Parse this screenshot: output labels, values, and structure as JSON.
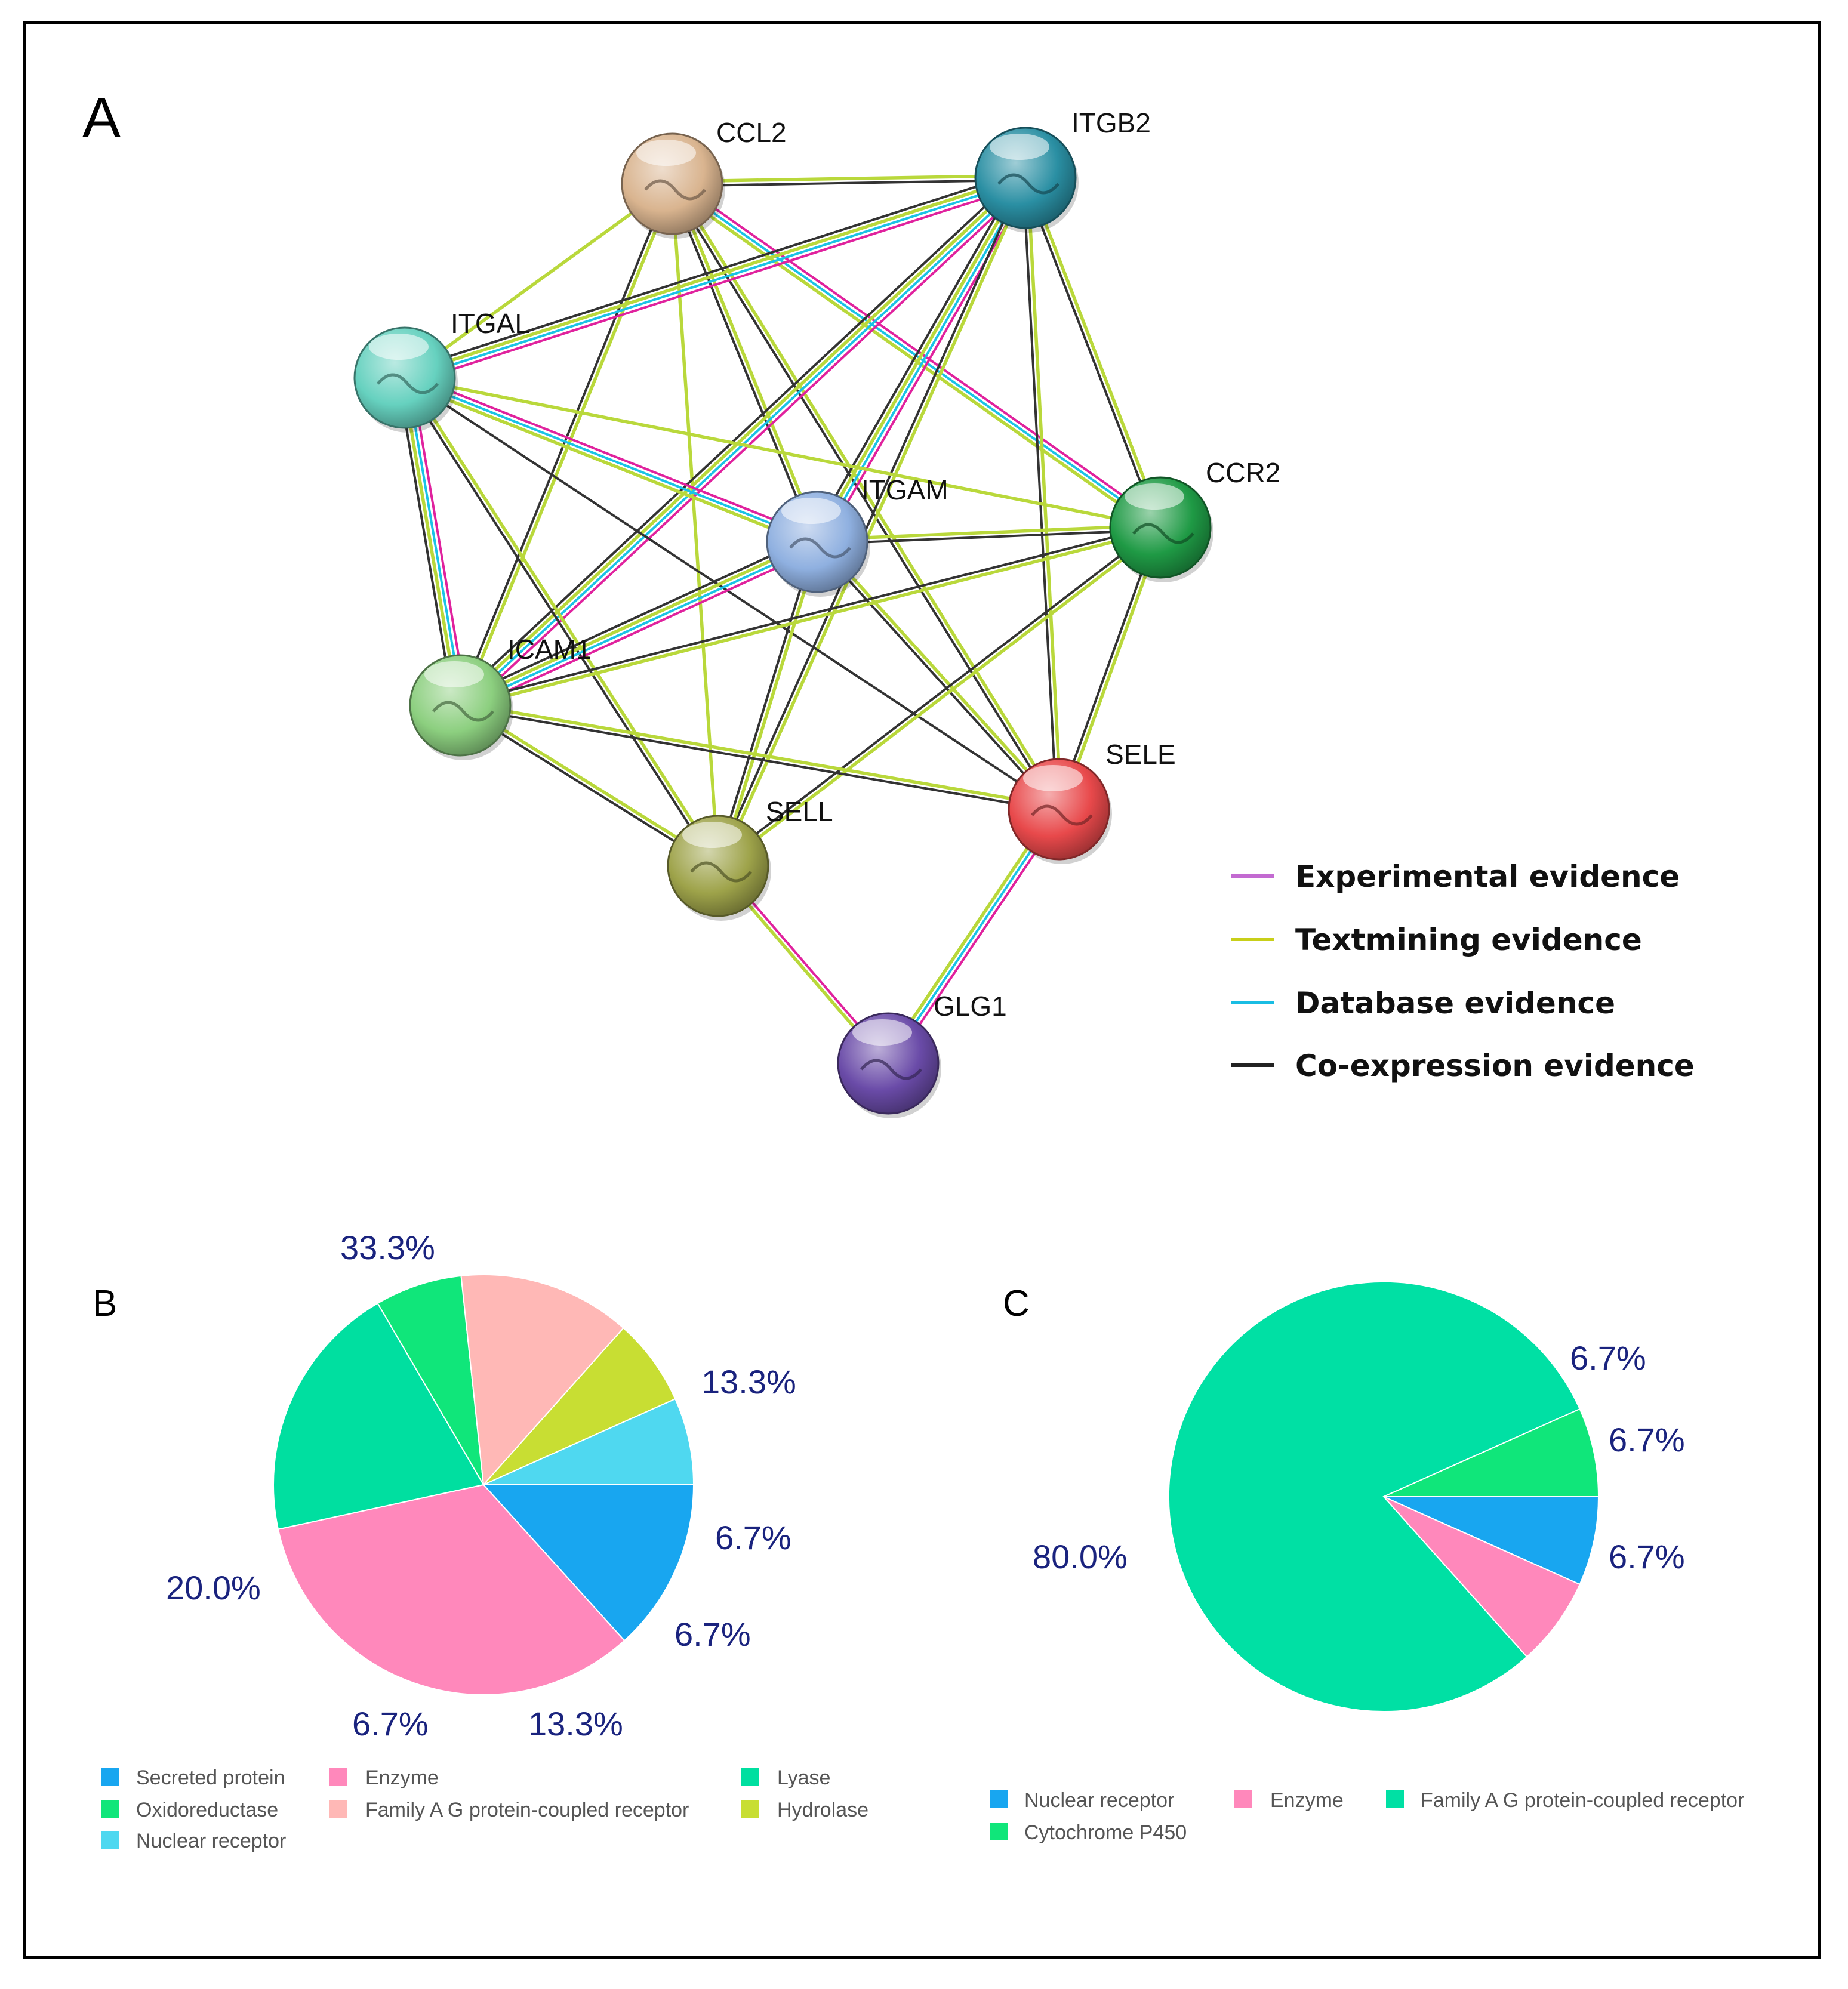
{
  "panelA": {
    "letter": "A",
    "nodes": [
      {
        "id": "CCL2",
        "label": "CCL2",
        "color": "#d9b48f"
      },
      {
        "id": "ITGB2",
        "label": "ITGB2",
        "color": "#2a8fa3"
      },
      {
        "id": "ITGAL",
        "label": "ITGAL",
        "color": "#66d1bf"
      },
      {
        "id": "ITGAM",
        "label": "ITGAM",
        "color": "#8fb0e0"
      },
      {
        "id": "CCR2",
        "label": "CCR2",
        "color": "#1f9a45"
      },
      {
        "id": "ICAM1",
        "label": "ICAM1",
        "color": "#8ccf7f"
      },
      {
        "id": "SELE",
        "label": "SELE",
        "color": "#e8494b"
      },
      {
        "id": "SELL",
        "label": "SELL",
        "color": "#9ea34a"
      },
      {
        "id": "GLG1",
        "label": "GLG1",
        "color": "#6a4ba8"
      }
    ],
    "edges": [
      {
        "a": "CCL2",
        "b": "ITGB2",
        "types": [
          "coexpression",
          "textmining"
        ]
      },
      {
        "a": "CCL2",
        "b": "ITGAL",
        "types": [
          "textmining"
        ]
      },
      {
        "a": "CCL2",
        "b": "ITGAM",
        "types": [
          "coexpression",
          "textmining"
        ]
      },
      {
        "a": "CCL2",
        "b": "CCR2",
        "types": [
          "experimental",
          "database",
          "textmining"
        ]
      },
      {
        "a": "CCL2",
        "b": "ICAM1",
        "types": [
          "coexpression",
          "textmining"
        ]
      },
      {
        "a": "CCL2",
        "b": "SELE",
        "types": [
          "coexpression",
          "textmining"
        ]
      },
      {
        "a": "CCL2",
        "b": "SELL",
        "types": [
          "textmining"
        ]
      },
      {
        "a": "ITGB2",
        "b": "ITGAL",
        "types": [
          "experimental",
          "database",
          "textmining",
          "coexpression"
        ]
      },
      {
        "a": "ITGB2",
        "b": "ITGAM",
        "types": [
          "experimental",
          "database",
          "textmining",
          "coexpression"
        ]
      },
      {
        "a": "ITGB2",
        "b": "CCR2",
        "types": [
          "coexpression",
          "textmining"
        ]
      },
      {
        "a": "ITGB2",
        "b": "ICAM1",
        "types": [
          "experimental",
          "database",
          "textmining",
          "coexpression"
        ]
      },
      {
        "a": "ITGB2",
        "b": "SELE",
        "types": [
          "coexpression",
          "textmining"
        ]
      },
      {
        "a": "ITGB2",
        "b": "SELL",
        "types": [
          "coexpression",
          "textmining"
        ]
      },
      {
        "a": "ITGAL",
        "b": "ITGAM",
        "types": [
          "experimental",
          "database",
          "textmining"
        ]
      },
      {
        "a": "ITGAL",
        "b": "CCR2",
        "types": [
          "textmining"
        ]
      },
      {
        "a": "ITGAL",
        "b": "ICAM1",
        "types": [
          "experimental",
          "database",
          "textmining",
          "coexpression"
        ]
      },
      {
        "a": "ITGAL",
        "b": "SELE",
        "types": [
          "coexpression"
        ]
      },
      {
        "a": "ITGAL",
        "b": "SELL",
        "types": [
          "coexpression",
          "textmining"
        ]
      },
      {
        "a": "ITGAM",
        "b": "CCR2",
        "types": [
          "coexpression",
          "textmining"
        ]
      },
      {
        "a": "ITGAM",
        "b": "ICAM1",
        "types": [
          "experimental",
          "database",
          "textmining",
          "coexpression"
        ]
      },
      {
        "a": "ITGAM",
        "b": "SELE",
        "types": [
          "coexpression",
          "textmining"
        ]
      },
      {
        "a": "ITGAM",
        "b": "SELL",
        "types": [
          "coexpression",
          "textmining"
        ]
      },
      {
        "a": "CCR2",
        "b": "ICAM1",
        "types": [
          "coexpression",
          "textmining"
        ]
      },
      {
        "a": "CCR2",
        "b": "SELE",
        "types": [
          "coexpression",
          "textmining"
        ]
      },
      {
        "a": "CCR2",
        "b": "SELL",
        "types": [
          "coexpression",
          "textmining"
        ]
      },
      {
        "a": "ICAM1",
        "b": "SELE",
        "types": [
          "coexpression",
          "textmining"
        ]
      },
      {
        "a": "ICAM1",
        "b": "SELL",
        "types": [
          "coexpression",
          "textmining"
        ]
      },
      {
        "a": "SELE",
        "b": "GLG1",
        "types": [
          "experimental",
          "database",
          "textmining"
        ]
      },
      {
        "a": "SELL",
        "b": "GLG1",
        "types": [
          "experimental",
          "textmining"
        ]
      }
    ],
    "legend": [
      {
        "type": "experimental",
        "label": "Experimental evidence",
        "color": "#c36ad1"
      },
      {
        "type": "textmining",
        "label": "Textmining evidence",
        "color": "#c8cf19"
      },
      {
        "type": "database",
        "label": "Database evidence",
        "color": "#19bde3"
      },
      {
        "type": "coexpression",
        "label": "Co-expression evidence",
        "color": "#222222"
      }
    ],
    "edgeColors": {
      "experimental": "#e0229e",
      "textmining": "#b9d83b",
      "database": "#1ac3e6",
      "coexpression": "#333333"
    }
  },
  "panelB": {
    "letter": "B",
    "slices": [
      {
        "label": "Secreted protein",
        "value": 13.3,
        "color": "#18a6f0",
        "pct": "13.3%"
      },
      {
        "label": "Enzyme",
        "value": 33.3,
        "color": "#ff88bb",
        "pct": "33.3%"
      },
      {
        "label": "Lyase",
        "value": 20.0,
        "color": "#00dfa0",
        "pct": "20.0%"
      },
      {
        "label": "Oxidoreductase",
        "value": 6.7,
        "color": "#10e67a",
        "pct": "6.7%"
      },
      {
        "label": "Family A G protein-coupled receptor",
        "value": 13.3,
        "color": "#ffb8b6",
        "pct": "13.3%"
      },
      {
        "label": "Hydrolase",
        "value": 6.7,
        "color": "#c8de33",
        "pct": "6.7%"
      },
      {
        "label": "Nuclear receptor",
        "value": 6.7,
        "color": "#4fd8f0",
        "pct": "6.7%"
      }
    ]
  },
  "panelC": {
    "letter": "C",
    "slices": [
      {
        "label": "Nuclear receptor",
        "value": 6.7,
        "color": "#18a6f0",
        "pct": "6.7%"
      },
      {
        "label": "Enzyme",
        "value": 6.7,
        "color": "#ff88bb",
        "pct": "6.7%"
      },
      {
        "label": "Family A G protein-coupled receptor",
        "value": 80.0,
        "color": "#00e0a4",
        "pct": "80.0%"
      },
      {
        "label": "Cytochrome P450",
        "value": 6.7,
        "color": "#10e67a",
        "pct": "6.7%"
      }
    ]
  }
}
